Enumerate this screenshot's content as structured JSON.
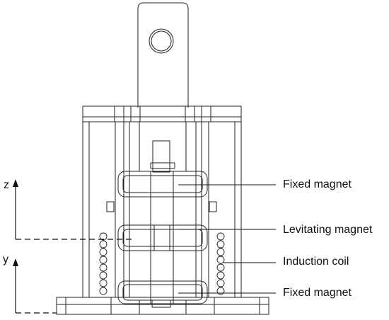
{
  "labels": {
    "fixed_magnet_top": "Fixed magnet",
    "levitating_magnet": "Levitating magnet",
    "induction_coil": "Induction coil",
    "fixed_magnet_bottom": "Fixed magnet"
  },
  "axes": {
    "z": "z",
    "y": "y"
  },
  "colors": {
    "line": "#222222",
    "background": "#ffffff"
  }
}
